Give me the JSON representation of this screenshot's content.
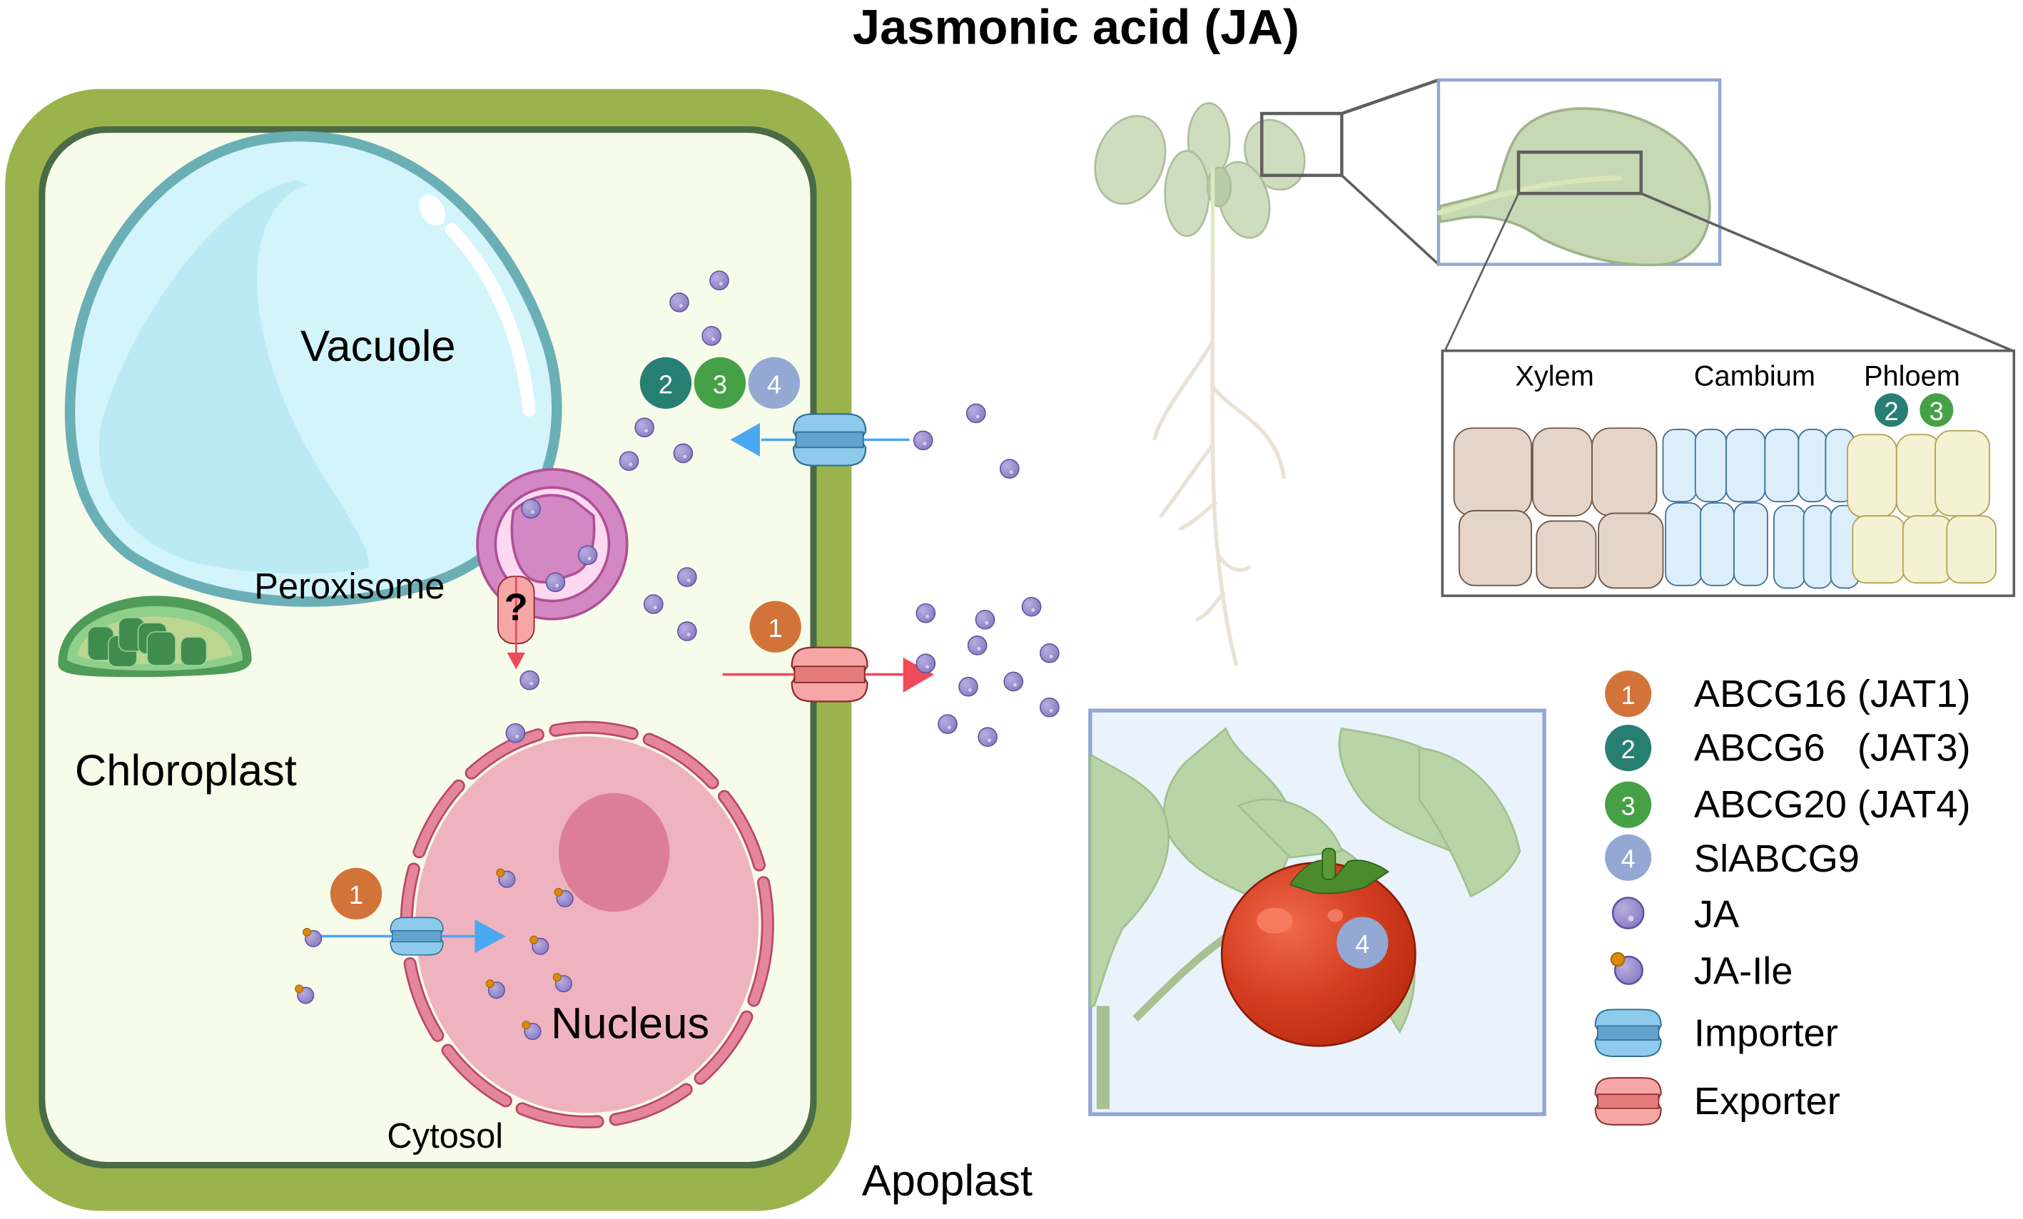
{
  "title": "Jasmonic acid (JA)",
  "colors": {
    "cell_wall": "#9bb34d",
    "plasma_membrane": "#4a6b45",
    "cytosol": "#f7fbea",
    "vacuole_fill": "#d3f4fb",
    "vacuole_border": "#6aafb5",
    "peroxisome": "#d387c3",
    "nucleus": "#efb3c0",
    "nucleolus": "#dc7f96",
    "nuclear_envelope": "#e6869c",
    "ja": "#9e91cf",
    "ile": "#d98b0c",
    "importer": "#8dcaeb",
    "importer_band": "#63a3cf",
    "exporter": "#f7a6a6",
    "exporter_band": "#e57b7b",
    "import_arrow": "#4aa7f2",
    "export_arrow": "#f0495a",
    "badge_1": "#d2743a",
    "badge_2": "#277f74",
    "badge_3": "#46a046",
    "badge_4": "#93a8d3",
    "inset_border": "#93a8d3",
    "zoom_border": "#5f5f5f",
    "xylem": "#e4d5c8",
    "cambium": "#dceefa",
    "phloem": "#f5f1d3"
  },
  "cell": {
    "labels": {
      "vacuole": "Vacuole",
      "peroxisome": "Peroxisome",
      "chloroplast": "Chloroplast",
      "nucleus": "Nucleus",
      "cytosol": "Cytosol",
      "apoplast": "Apoplast"
    },
    "unknown_transporter": "?",
    "badges": {
      "membrane_importer": [
        "2",
        "3",
        "4"
      ],
      "membrane_exporter": "1",
      "nuclear_importer": "1"
    }
  },
  "plant": {
    "tissue_labels": [
      "Xylem",
      "Cambium",
      "Phloem"
    ],
    "phloem_badges": [
      "2",
      "3"
    ]
  },
  "tomato": {
    "badge": "4"
  },
  "legend": {
    "transporters": [
      {
        "num": "1",
        "label": "ABCG16 (JAT1)"
      },
      {
        "num": "2",
        "label": "ABCG6   (JAT3)"
      },
      {
        "num": "3",
        "label": "ABCG20 (JAT4)"
      },
      {
        "num": "4",
        "label": "SlABCG9"
      }
    ],
    "ja": "JA",
    "ja_ile": "JA-Ile",
    "importer": "Importer",
    "exporter": "Exporter"
  }
}
